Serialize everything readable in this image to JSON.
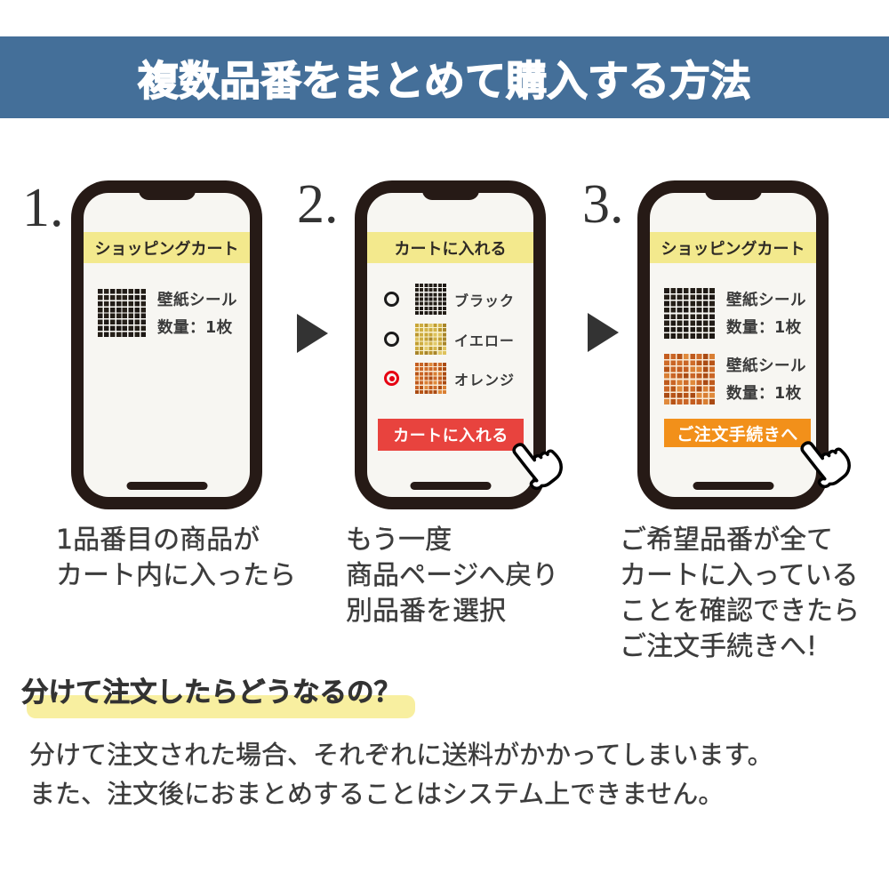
{
  "banner": {
    "title": "複数品番をまとめて購入する方法",
    "bg": "#446f99",
    "text_color": "#ffffff"
  },
  "steps": [
    {
      "number": "1.",
      "phone": {
        "header": "ショッピングカート",
        "header_bg": "#f3e98d",
        "products": [
          {
            "swatch": "black",
            "name": "壁紙シール",
            "qty": "数量：1枚"
          }
        ]
      },
      "caption": [
        "1品番目の商品が",
        "カート内に入ったら"
      ]
    },
    {
      "number": "2.",
      "phone": {
        "header": "カートに入れる",
        "header_bg": "#f3e98d",
        "options": [
          {
            "swatch": "black",
            "label": "ブラック",
            "selected": false
          },
          {
            "swatch": "yellow",
            "label": "イエロー",
            "selected": false
          },
          {
            "swatch": "orange",
            "label": "オレンジ",
            "selected": true
          }
        ],
        "button": {
          "label": "カートに入れる",
          "bg": "#e8433e"
        }
      },
      "caption": [
        "もう一度",
        "商品ページへ戻り",
        "別品番を選択"
      ]
    },
    {
      "number": "3.",
      "phone": {
        "header": "ショッピングカート",
        "header_bg": "#f3e98d",
        "products": [
          {
            "swatch": "black",
            "name": "壁紙シール",
            "qty": "数量：1枚"
          },
          {
            "swatch": "orange",
            "name": "壁紙シール",
            "qty": "数量：1枚"
          }
        ],
        "button": {
          "label": "ご注文手続きへ",
          "bg": "#f2901a"
        }
      },
      "caption": [
        "ご希望品番が全て",
        "カートに入っている",
        "ことを確認できたら",
        "ご注文手続きへ!"
      ]
    }
  ],
  "footer": {
    "heading": "分けて注文したらどうなるの？",
    "highlight_color": "#f8efa0",
    "lines": [
      "分けて注文された場合、それぞれに送料がかかってしまいます。",
      "また、注文後におまとめすることはシステム上できません。"
    ]
  },
  "swatches": {
    "black": {
      "tiles": [
        "#211c18",
        "#262019",
        "#1d1814",
        "#231e17"
      ],
      "gap": "#fbfaf6"
    },
    "yellow": {
      "tiles": [
        "#c8a536",
        "#d3b449",
        "#bb962e",
        "#dec25c",
        "#c29e31",
        "#cead41",
        "#a8852a",
        "#e2ca6a"
      ],
      "gap": "#f8f1cf"
    },
    "orange": {
      "tiles": [
        "#c45d20",
        "#cf6c29",
        "#b85417",
        "#d97e33",
        "#bf5a1d",
        "#ca6526",
        "#aa4b14",
        "#e08a3c"
      ],
      "gap": "#f9ead6"
    }
  },
  "colors": {
    "arrow": "#333333",
    "phone_body": "#261a16",
    "phone_screen": "#f7f5f0",
    "radio_ring": "#1b1b1b",
    "radio_selected": "#e60012",
    "text_dark": "#3c3c3c"
  }
}
